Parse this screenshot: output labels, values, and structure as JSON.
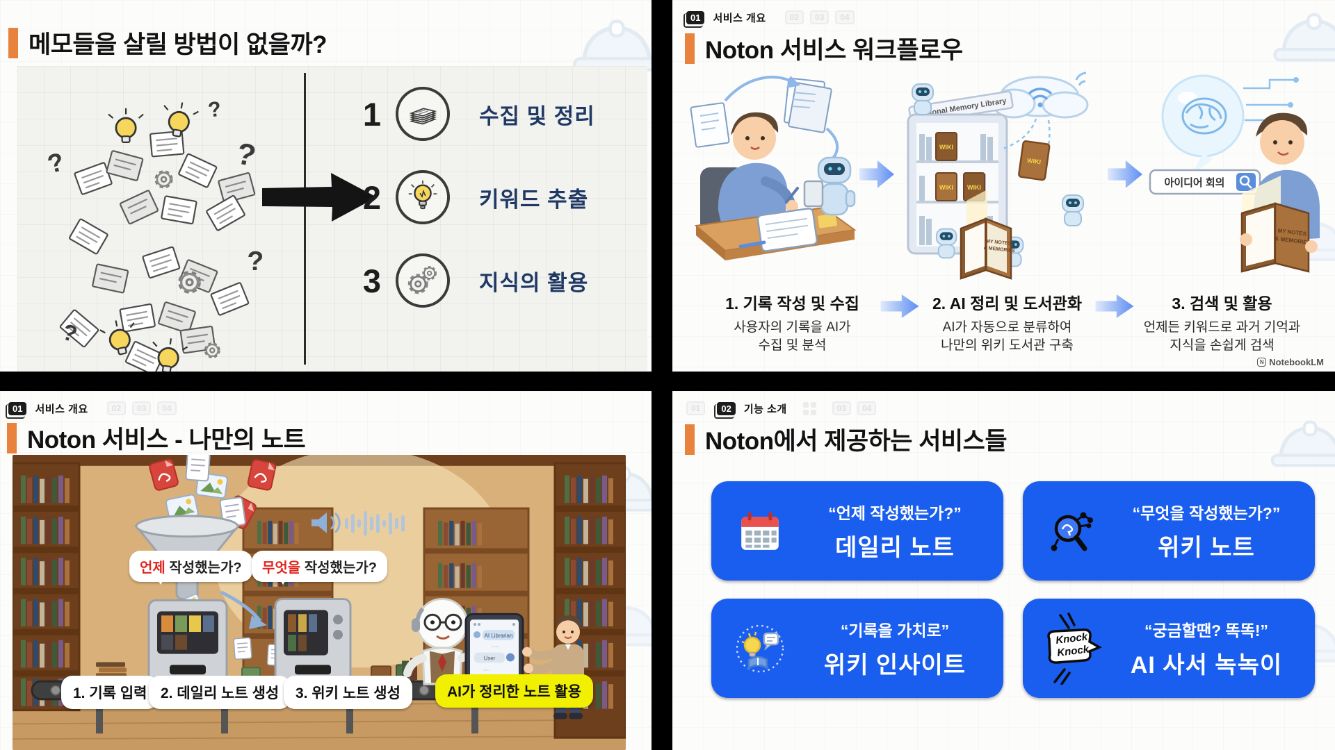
{
  "colors": {
    "accent_orange": "#E8823C",
    "navy_label": "#1F3864",
    "card_blue": "#1A5EEF",
    "highlight_yellow": "#F0F000",
    "bubble_red": "#E3241D"
  },
  "slide_problem": {
    "title": "메모들을 살릴 방법이 없을까?",
    "items": [
      {
        "num": "1",
        "icon": "paper-stack-icon",
        "label": "수집 및 정리"
      },
      {
        "num": "2",
        "icon": "lightbulb-icon",
        "label": "키워드 추출"
      },
      {
        "num": "3",
        "icon": "gears-icon",
        "label": "지식의 활용"
      }
    ]
  },
  "slide_workflow": {
    "badge": {
      "num": "01",
      "label": "서비스 개요",
      "ghosts": [
        "02",
        "03",
        "04"
      ]
    },
    "title": "Noton 서비스 워크플로우",
    "illustration": {
      "shelf_banner": "Personal Memory Library",
      "wiki": "WIKI",
      "book_cover1": "MY NOTES",
      "book_cover2": "& MEMORIES",
      "search_query": "아이디어 회의"
    },
    "steps": [
      {
        "title": "1. 기록 작성 및 수집",
        "desc1": "사용자의 기록을 AI가",
        "desc2": "수집 및 분석"
      },
      {
        "title": "2. AI 정리 및 도서관화",
        "desc1": "AI가 자동으로 분류하여",
        "desc2": "나만의 위키 도서관 구축"
      },
      {
        "title": "3. 검색 및 활용",
        "desc1": "언제든 키워드로 과거 기억과",
        "desc2": "지식을 손쉽게 검색"
      }
    ],
    "watermark": "NotebookLM",
    "watermark_logo": "N"
  },
  "slide_note": {
    "badge": {
      "num": "01",
      "label": "서비스 개요",
      "ghosts": [
        "02",
        "03",
        "04"
      ]
    },
    "title": "Noton 서비스 - 나만의 노트",
    "bubble1": {
      "em": "언제",
      "rest": " 작성했는가?"
    },
    "bubble2": {
      "em": "무엇을",
      "rest": " 작성했는가?"
    },
    "chat": {
      "bot": "AI Librarian",
      "user": "User",
      "dots": "...."
    },
    "pills": [
      "1. 기록 입력",
      "2. 데일리 노트 생성",
      "3. 위키 노트 생성"
    ],
    "pill_highlight": "AI가 정리한 노트 활용"
  },
  "slide_features": {
    "badge": {
      "ghost_before": "01",
      "num": "02",
      "label": "기능 소개",
      "ghosts": [
        "03",
        "04"
      ]
    },
    "title": "Noton에서 제공하는 서비스들",
    "cards": [
      {
        "icon": "calendar-icon",
        "quote": "“언제 작성했는가?”",
        "name": "데일리 노트"
      },
      {
        "icon": "search-network-icon",
        "quote": "“무엇을 작성했는가?”",
        "name": "위키 노트"
      },
      {
        "icon": "idea-insight-icon",
        "quote": "“기록을 가치로”",
        "name": "위키 인사이트"
      },
      {
        "icon": "knock-knock-icon",
        "quote": "“궁금할땐? 똑똑!”",
        "name": "AI 사서 녹녹이"
      }
    ],
    "knock1": "Knock",
    "knock2": "Knock"
  }
}
